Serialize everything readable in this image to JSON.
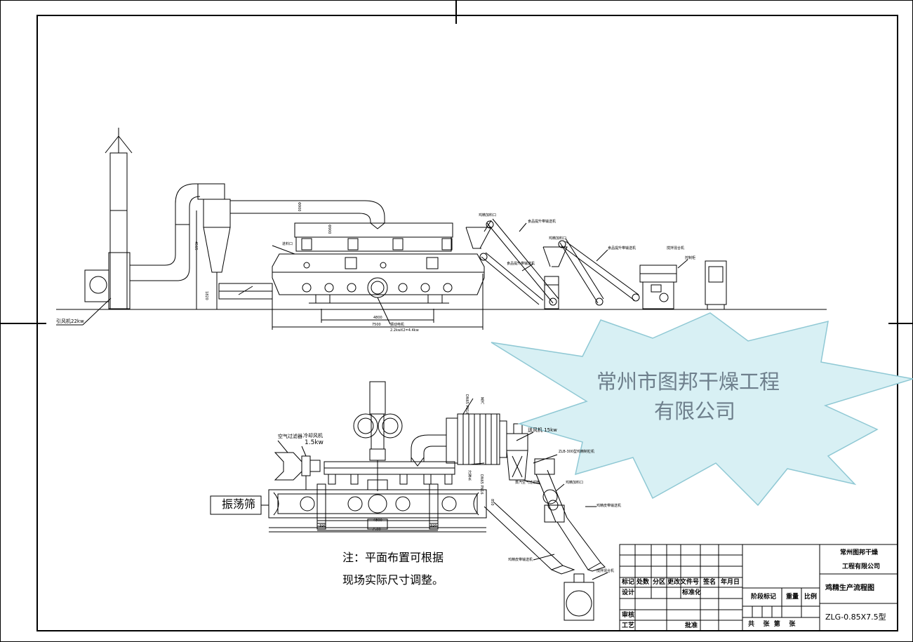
{
  "elevation": {
    "labels": {
      "fan_main": "引风机22kw",
      "dim_4565": "4565",
      "dim_1820": "1820",
      "dim_900a": "Φ900",
      "dim_900b": "Φ900",
      "elev_conveyor_1": "食品提升带输送机",
      "elev_conveyor_2": "食品提升带输送机",
      "elev_conveyor_3": "食品提升带输送机",
      "hopper_1": "鸡精加料口",
      "hopper_2": "鸡精加料口",
      "mixer": "搅拌混合机",
      "control": "控制柜",
      "inlet_label": "进料口",
      "dim_4800": "4800",
      "dim_7500": "7500",
      "motor_label": "振动电机",
      "motor_power": "2.2kwX2=4.4kw"
    }
  },
  "plan": {
    "labels": {
      "air_filter": "空气过滤器",
      "blower": "冷却风机",
      "blower_power": "1.5kw",
      "vib_screen": "振荡筛",
      "dn_left": "DN65 PN16",
      "dn_right": "DN65 PN16",
      "steam_in": "蒸汽",
      "steam_out": "冷凝水",
      "fan_power": "送风机 15kw",
      "zlb": "ZLB-300型鸡精制粒机",
      "steam_filter": "蒸汽空气过滤器",
      "hopper_plan": "鸡精加料口",
      "belt_1": "鸡精皮带输送机",
      "belt_2": "鸡精皮带输送机",
      "mixer_plan": "搅拌混合机",
      "dim_4800": "4800",
      "dim_7500": "7500",
      "dim_320a": "320",
      "dim_320b": "320",
      "dim_850": "850"
    }
  },
  "note": {
    "line1": "注：平面布置可根据",
    "line2": "现场实际尺寸调整。"
  },
  "title_block": {
    "headers": [
      "标记",
      "处数",
      "分区",
      "更改文件号",
      "签名",
      "年月日"
    ],
    "row_labels": [
      "设计",
      "审核",
      "工艺"
    ],
    "standardization": "标准化",
    "approve": "批准",
    "stage_mark": "阶段标记",
    "weight": "重量",
    "scale": "比例",
    "sheets": "共    张  第    张",
    "company_line1": "常州图邦干燥",
    "company_line2": "工程有限公司",
    "drawing_title": "鸡精生产流程图",
    "model": "ZLG-0.85X7.5型"
  },
  "stamp": {
    "line1": "常州市图邦干燥工程",
    "line2": "有限公司",
    "fill": "#d8f0f4",
    "stroke": "#8fc8d4"
  }
}
